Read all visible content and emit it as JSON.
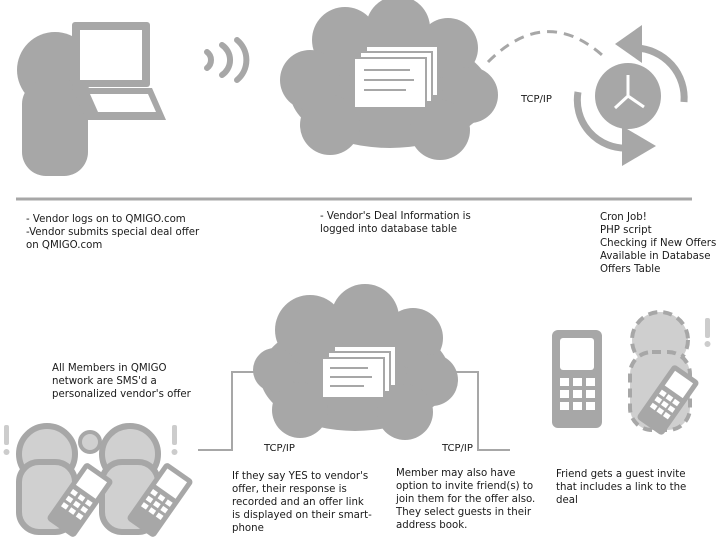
{
  "colors": {
    "shape_fill": "#a7a7a7",
    "shape_stroke": "#a7a7a7",
    "detail": "#ffffff",
    "alert_mark": "#cccccc",
    "divider": "#a7a7a7",
    "text": "#1a1a1a"
  },
  "icons": [
    "vendor-person-icon",
    "laptop-icon",
    "signal-waves-icon",
    "cloud-database-icon",
    "clock-icon",
    "cycle-arrows-icon",
    "members-with-phones-icon",
    "friend-guest-icon",
    "exclamation-icon"
  ],
  "steps": {
    "vendor": {
      "lines": [
        "- Vendor logs on to QMIGO.com",
        "-Vendor submits special deal offer",
        "on QMIGO.com"
      ]
    },
    "database": {
      "lines": [
        "- Vendor's Deal Information is",
        "logged into database table"
      ]
    },
    "cron": {
      "lines": [
        "Cron Job!",
        "PHP script",
        "Checking if New Offers",
        "Available in Database",
        "Offers Table"
      ]
    },
    "members": {
      "lines": [
        "All Members in QMIGO",
        "network are SMS'd a",
        "personalized vendor's offer"
      ]
    },
    "response": {
      "lines": [
        "If they say YES to vendor's",
        "offer, their response is",
        "recorded and an offer link",
        "is displayed on their smart-",
        "phone"
      ]
    },
    "invite": {
      "lines": [
        "Member may also have",
        "option to invite friend(s) to",
        "join them for the offer also.",
        "They select guests in their",
        "address book."
      ]
    },
    "friend": {
      "lines": [
        "Friend gets a guest invite",
        "that includes a link to the",
        "deal"
      ]
    }
  },
  "connections": {
    "top_protocol": "TCP/IP",
    "left_protocol": "TCP/IP",
    "right_protocol": "TCP/IP"
  }
}
